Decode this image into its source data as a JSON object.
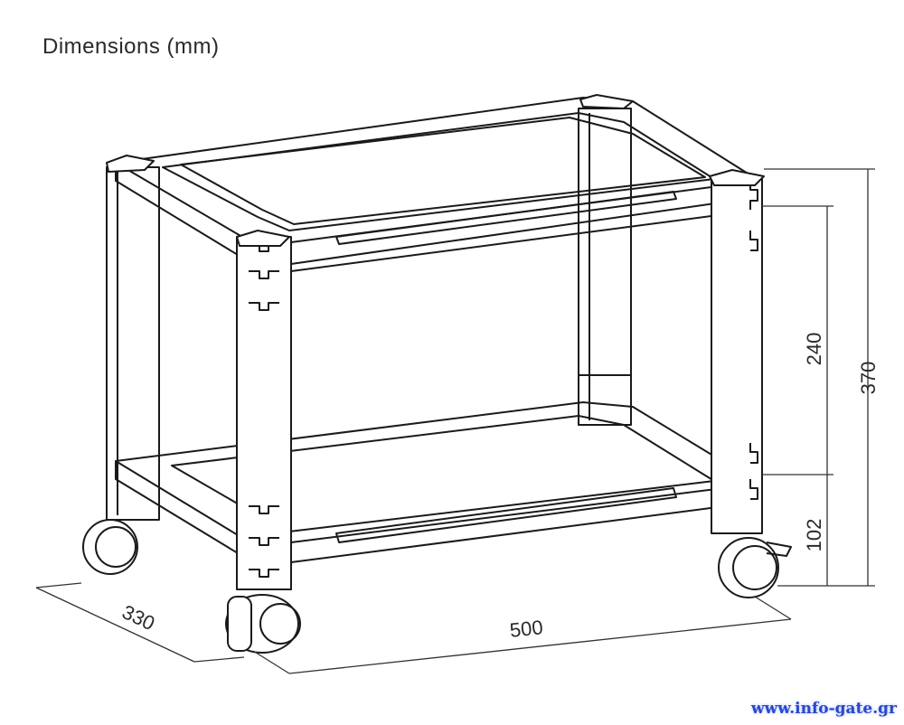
{
  "title": "Dimensions (mm)",
  "dimensions": {
    "total_height": "370",
    "shelf_spacing": "240",
    "bottom_height": "102",
    "width": "500",
    "depth": "330"
  },
  "watermark": "www.info-gate.gr",
  "colors": {
    "line": "#1a1a1a",
    "dimension": "#333333",
    "watermark": "#2b47c8"
  }
}
